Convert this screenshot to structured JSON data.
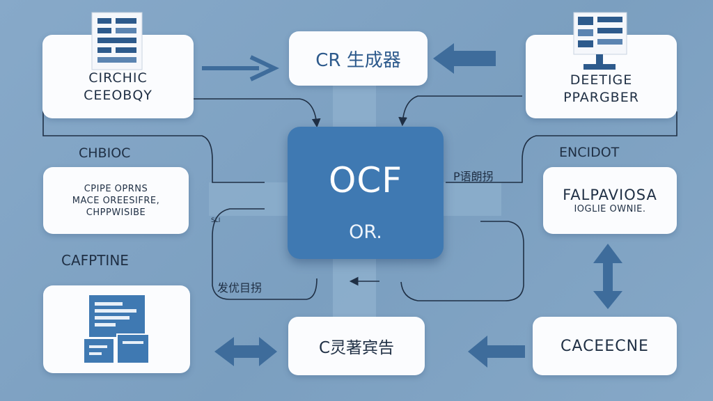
{
  "nodes": {
    "top_center": "CR 生成器",
    "top_left": [
      "CIRCHIC",
      "CEEOBQY"
    ],
    "top_right": [
      "DEETIGE",
      "PPARGBER"
    ],
    "mid_left": [
      "CPIPE OPRNS",
      "MACE OREESIFRE,",
      "CHPPWISIBE"
    ],
    "mid_right": [
      "FALPAVIOSA",
      "IOGLIE OWNIE."
    ],
    "bottom_center": "C灵著宾告",
    "bottom_right": "CACEECNE",
    "center_main": "OCF",
    "center_sub": "OR."
  },
  "labels": {
    "left_mid": "CHBIOC",
    "left_bottom": "CAFPTINE",
    "right_mid": "ENCIDOT",
    "center_right": "P语朗拐",
    "small_left": "SLI",
    "bottom_left_path": "发优目拐"
  },
  "colors": {
    "background": "#7fa3c4",
    "center": "#3f79b2",
    "arrow": "#3e6c9b",
    "card": "#fbfcfe",
    "text": "#1f2f44"
  },
  "icons": [
    "document-icon",
    "document-icon",
    "monitor-icon",
    "arrow-right-icon",
    "arrow-left-icon",
    "double-arrow-icon",
    "vertical-double-arrow-icon"
  ]
}
